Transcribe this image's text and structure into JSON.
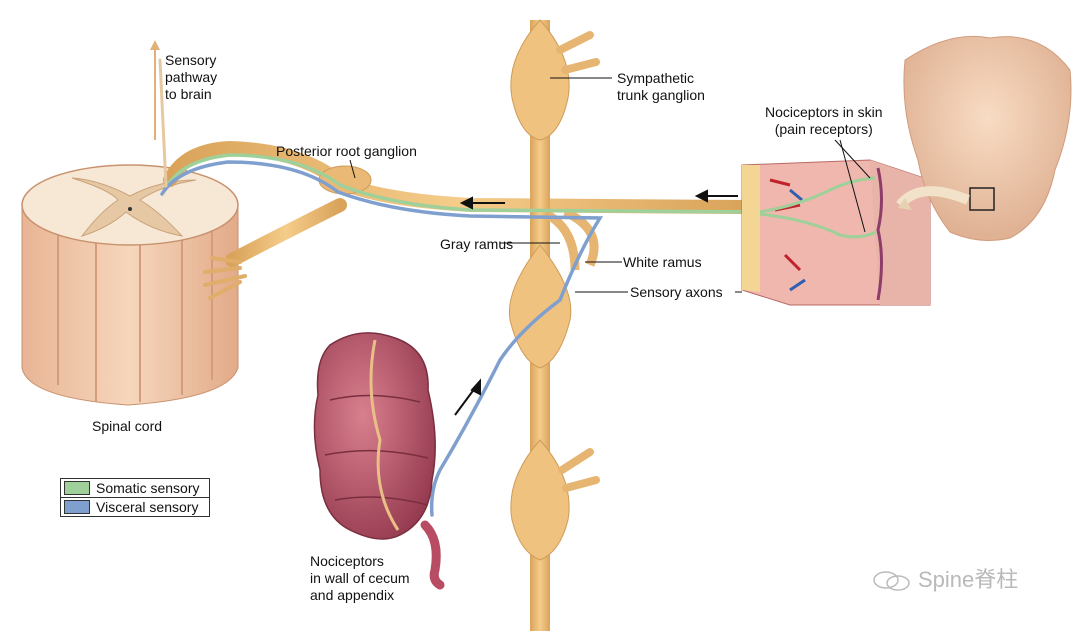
{
  "labels": {
    "sensory_pathway": "Sensory\npathway\nto brain",
    "posterior_root_ganglion": "Posterior root ganglion",
    "sympathetic_trunk_ganglion": "Sympathetic\ntrunk ganglion",
    "nociceptors_skin": "Nociceptors in skin\n(pain receptors)",
    "gray_ramus": "Gray ramus",
    "white_ramus": "White ramus",
    "sensory_axons": "Sensory axons",
    "spinal_cord": "Spinal cord",
    "nociceptors_cecum": "Nociceptors\nin wall of cecum\nand appendix"
  },
  "legend": [
    {
      "label": "Somatic sensory",
      "color": "#9fd09a"
    },
    {
      "label": "Visceral sensory",
      "color": "#7f9fce"
    }
  ],
  "watermark": "Spine脊柱",
  "colors": {
    "nerve": "#e9b872",
    "cord": "#f0c8a8",
    "gut": "#b8586c",
    "skin": "#e6a6a0",
    "torso": "#f1cdb0",
    "somatic": "#9fd09a",
    "visceral": "#7f9fce"
  }
}
